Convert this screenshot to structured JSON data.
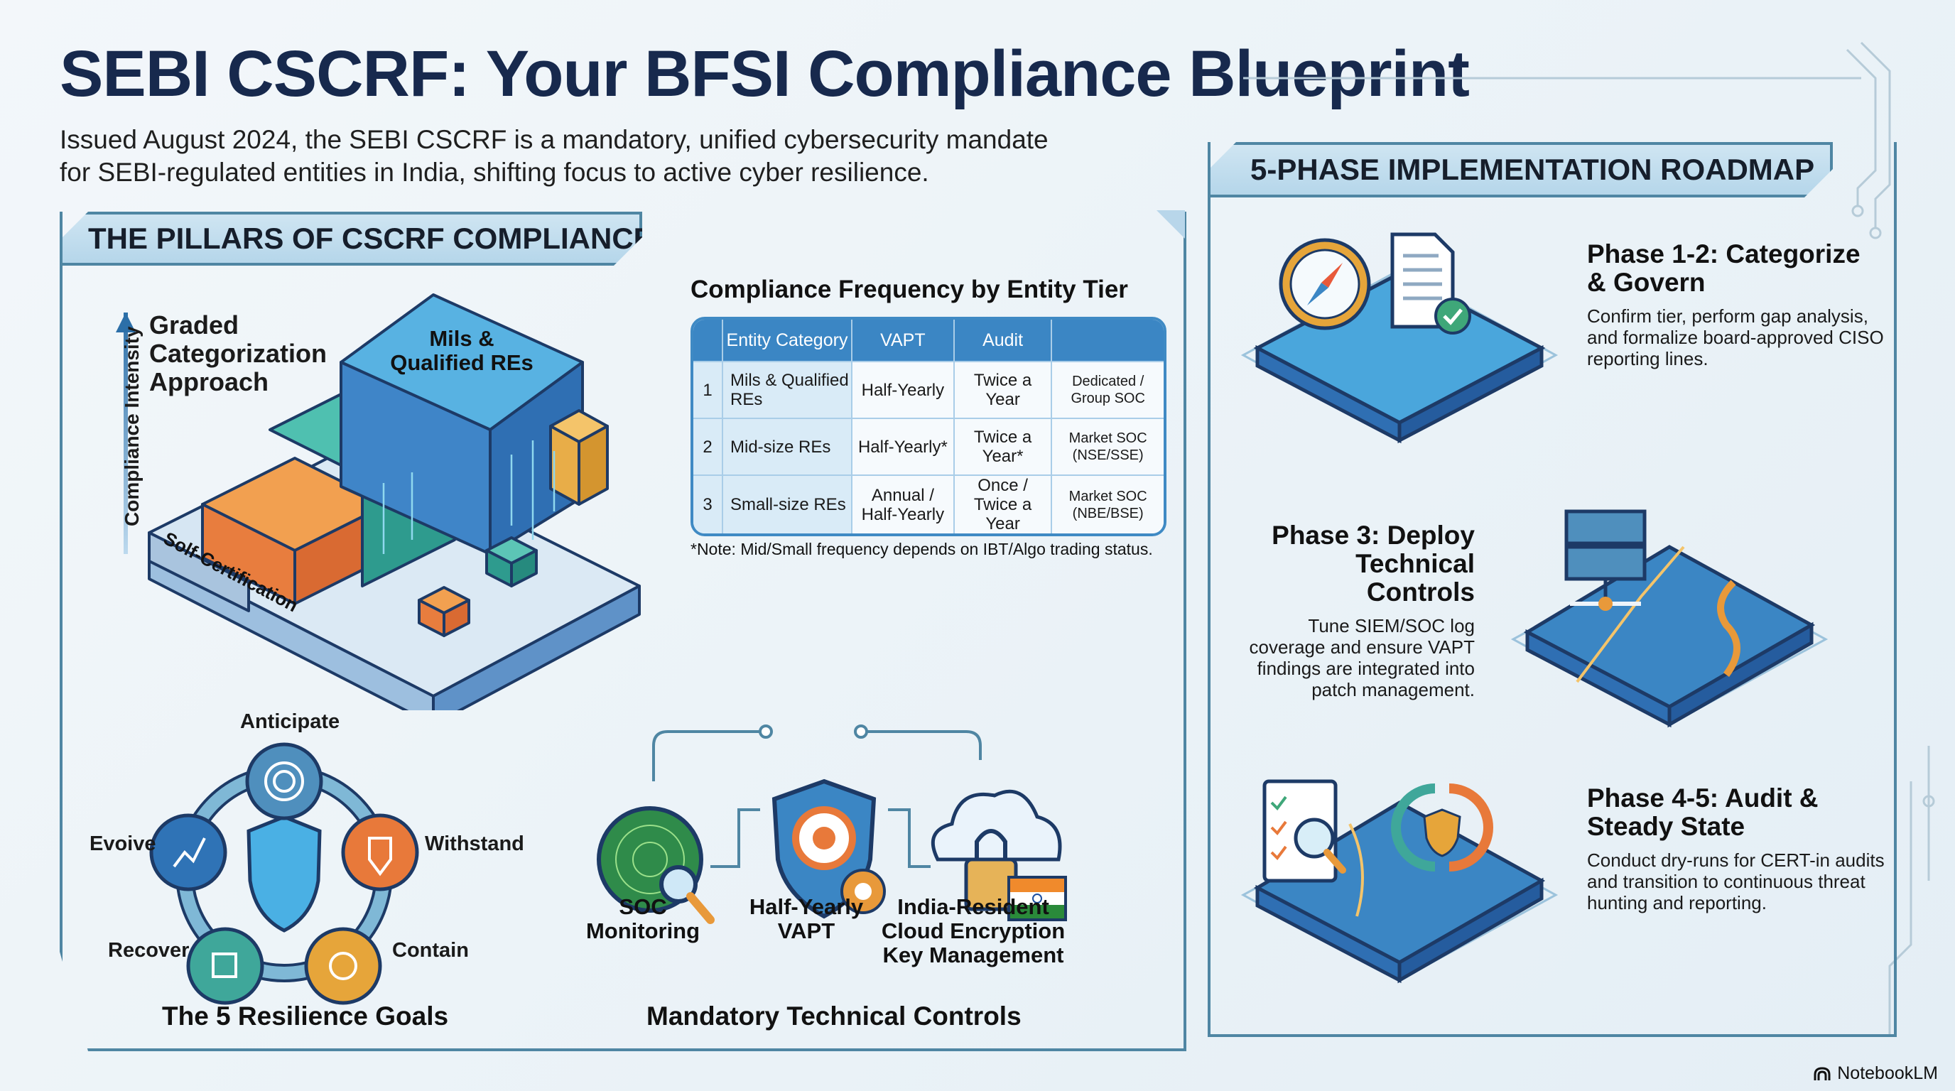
{
  "header": {
    "title": "SEBI CSCRF: Your BFSI Compliance Blueprint",
    "subtitle_line1": "Issued August 2024, the SEBI CSCRF is a mandatory, unified cybersecurity mandate",
    "subtitle_line2": "for SEBI-regulated entities in India, shifting focus to active cyber resilience."
  },
  "pillars": {
    "section_title": "THE PILLARS OF CSCRF COMPLIANCE",
    "axis_label": "Compliance Intensity",
    "graded_label": "Graded Categorization Approach",
    "top_block_label": "Mils & Qualified REs",
    "base_block_label": "Solf-Certification"
  },
  "table": {
    "title": "Compliance Frequency by Entity Tier",
    "headers": [
      "",
      "Entity Category",
      "VAPT",
      "Audit",
      ""
    ],
    "rows": [
      {
        "num": "1",
        "category": "Mils & Qualified REs",
        "vapt": "Half-Yearly",
        "audit": "Twice a Year",
        "soc": "Dedicated / Group SOC"
      },
      {
        "num": "2",
        "category": "Mid-size REs",
        "vapt": "Half-Yearly*",
        "audit": "Twice a Year*",
        "soc": "Market SOC (NSE/SSE)"
      },
      {
        "num": "3",
        "category": "Small-size REs",
        "vapt": "Annual / Half-Yearly",
        "audit": "Once / Twice a Year",
        "soc": "Market SOC (NBE/BSE)"
      }
    ],
    "note": "*Note: Mid/Small frequency depends on IBT/Algo trading status."
  },
  "resilience": {
    "caption": "The 5 Resilience Goals",
    "goals": [
      {
        "label": "Anticipate",
        "icon": "target-radar-icon",
        "color": "#4f8fbd"
      },
      {
        "label": "Withstand",
        "icon": "shield-icon",
        "color": "#e8793a"
      },
      {
        "label": "Contain",
        "icon": "biohazard-icon",
        "color": "#e6a53a"
      },
      {
        "label": "Recover",
        "icon": "recover-globe-icon",
        "color": "#3fa79a"
      },
      {
        "label": "Evoive",
        "icon": "trend-up-icon",
        "color": "#2f73b6"
      }
    ]
  },
  "controls": {
    "caption": "Mandatory Technical Controls",
    "items": [
      {
        "label": "SOC Monitoring",
        "icon": "radar-magnifier-icon"
      },
      {
        "label": "Half-Yearly VAPT",
        "icon": "shield-target-gear-icon"
      },
      {
        "label": "India-Resident Cloud Encryption Key Management",
        "icon": "cloud-lock-flag-icon"
      }
    ]
  },
  "roadmap": {
    "section_title": "5-PHASE IMPLEMENTATION ROADMAP",
    "phases": [
      {
        "title": "Phase 1-2: Categorize & Govern",
        "desc": "Confirm tier, perform gap analysis, and formalize board-approved CISO reporting lines.",
        "icon": "compass-document-icon"
      },
      {
        "title": "Phase 3: Deploy Technical Controls",
        "desc": "Tune SIEM/SOC log coverage and ensure VAPT findings are integrated into patch management.",
        "icon": "server-cable-icon"
      },
      {
        "title": "Phase 4-5: Audit & Steady State",
        "desc": "Conduct dry-runs for CERT-in audits and transition to continuous threat hunting and reporting.",
        "icon": "checklist-cycle-icon"
      }
    ]
  },
  "colors": {
    "title_navy": "#17294d",
    "frame_teal": "#4f86a3",
    "table_header_blue": "#3b86c4",
    "accent_orange": "#e8793a",
    "accent_teal": "#3fa79a",
    "accent_gold": "#e6a53a"
  },
  "brand": {
    "name": "NotebookLM"
  }
}
